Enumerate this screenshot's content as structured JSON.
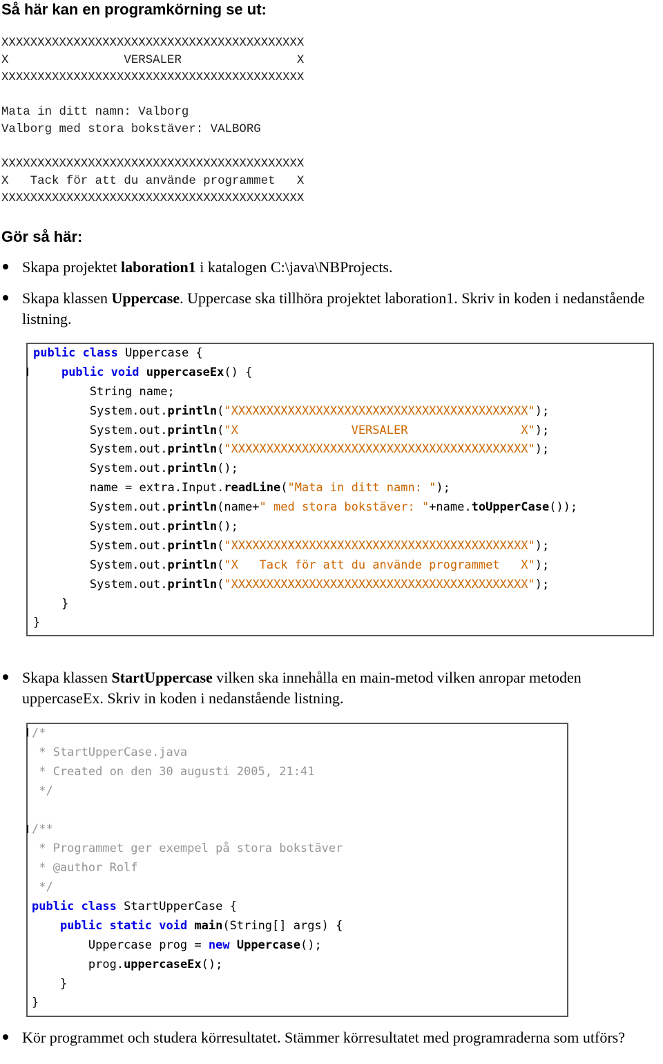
{
  "heading1": "Så här kan en programkörning se ut:",
  "console_lines": [
    "XXXXXXXXXXXXXXXXXXXXXXXXXXXXXXXXXXXXXXXXXX",
    "X                VERSALER                X",
    "XXXXXXXXXXXXXXXXXXXXXXXXXXXXXXXXXXXXXXXXXX",
    "",
    "Mata in ditt namn: Valborg",
    "Valborg med stora bokstäver: VALBORG",
    "",
    "XXXXXXXXXXXXXXXXXXXXXXXXXXXXXXXXXXXXXXXXXX",
    "X   Tack för att du använde programmet   X",
    "XXXXXXXXXXXXXXXXXXXXXXXXXXXXXXXXXXXXXXXXXX"
  ],
  "heading2": "Gör så här:",
  "bullet1": {
    "t1": "Skapa projektet ",
    "b1": "laboration1",
    "t2": " i katalogen C:\\java\\NBProjects."
  },
  "bullet2": {
    "t1": "Skapa klassen ",
    "b1": "Uppercase",
    "t2": ". Uppercase ska tillhöra projektet laboration1. Skriv in koden i nedanstående listning."
  },
  "code1": [
    [
      {
        "t": "public class",
        "c": "kw"
      },
      {
        "t": " Uppercase {"
      }
    ],
    [
      {
        "t": "    "
      },
      {
        "t": "public void",
        "c": "kw"
      },
      {
        "t": " "
      },
      {
        "t": "uppercaseEx",
        "c": "mth"
      },
      {
        "t": "() {"
      }
    ],
    [
      {
        "t": "        String name;"
      }
    ],
    [
      {
        "t": "        System.out."
      },
      {
        "t": "println",
        "c": "mth"
      },
      {
        "t": "("
      },
      {
        "t": "\"XXXXXXXXXXXXXXXXXXXXXXXXXXXXXXXXXXXXXXXXXX\"",
        "c": "str"
      },
      {
        "t": ");"
      }
    ],
    [
      {
        "t": "        System.out."
      },
      {
        "t": "println",
        "c": "mth"
      },
      {
        "t": "("
      },
      {
        "t": "\"X                VERSALER                X\"",
        "c": "str"
      },
      {
        "t": ");"
      }
    ],
    [
      {
        "t": "        System.out."
      },
      {
        "t": "println",
        "c": "mth"
      },
      {
        "t": "("
      },
      {
        "t": "\"XXXXXXXXXXXXXXXXXXXXXXXXXXXXXXXXXXXXXXXXXX\"",
        "c": "str"
      },
      {
        "t": ");"
      }
    ],
    [
      {
        "t": "        System.out."
      },
      {
        "t": "println",
        "c": "mth"
      },
      {
        "t": "();"
      }
    ],
    [
      {
        "t": "        name = extra.Input."
      },
      {
        "t": "readLine",
        "c": "mth"
      },
      {
        "t": "("
      },
      {
        "t": "\"Mata in ditt namn: \"",
        "c": "str"
      },
      {
        "t": ");"
      }
    ],
    [
      {
        "t": "        System.out."
      },
      {
        "t": "println",
        "c": "mth"
      },
      {
        "t": "(name+"
      },
      {
        "t": "\" med stora bokstäver: \"",
        "c": "str"
      },
      {
        "t": "+name."
      },
      {
        "t": "toUpperCase",
        "c": "mth"
      },
      {
        "t": "());"
      }
    ],
    [
      {
        "t": "        System.out."
      },
      {
        "t": "println",
        "c": "mth"
      },
      {
        "t": "();"
      }
    ],
    [
      {
        "t": "        System.out."
      },
      {
        "t": "println",
        "c": "mth"
      },
      {
        "t": "("
      },
      {
        "t": "\"XXXXXXXXXXXXXXXXXXXXXXXXXXXXXXXXXXXXXXXXXX\"",
        "c": "str"
      },
      {
        "t": ");"
      }
    ],
    [
      {
        "t": "        System.out."
      },
      {
        "t": "println",
        "c": "mth"
      },
      {
        "t": "("
      },
      {
        "t": "\"X   Tack för att du använde programmet   X\"",
        "c": "str"
      },
      {
        "t": ");"
      }
    ],
    [
      {
        "t": "        System.out."
      },
      {
        "t": "println",
        "c": "mth"
      },
      {
        "t": "("
      },
      {
        "t": "\"XXXXXXXXXXXXXXXXXXXXXXXXXXXXXXXXXXXXXXXXXX\"",
        "c": "str"
      },
      {
        "t": ");"
      }
    ],
    [
      {
        "t": "    }"
      }
    ],
    [
      {
        "t": "}"
      }
    ]
  ],
  "bullet3": {
    "t1": "Skapa klassen ",
    "b1": "StartUppercase",
    "t2": " vilken ska innehålla en main-metod vilken anropar metoden uppercaseEx. Skriv in koden i nedanstående listning."
  },
  "code2": [
    [
      {
        "t": "/*",
        "c": "cm"
      }
    ],
    [
      {
        "t": " * StartUpperCase.java",
        "c": "cm"
      }
    ],
    [
      {
        "t": " * Created on den 30 augusti 2005, 21:41",
        "c": "cm"
      }
    ],
    [
      {
        "t": " */",
        "c": "cm"
      }
    ],
    [
      {
        "t": ""
      }
    ],
    [
      {
        "t": "/**",
        "c": "cm"
      }
    ],
    [
      {
        "t": " * Programmet ger exempel på stora bokstäver",
        "c": "cm"
      }
    ],
    [
      {
        "t": " * @author Rolf",
        "c": "cm"
      }
    ],
    [
      {
        "t": " */",
        "c": "cm"
      }
    ],
    [
      {
        "t": "public class",
        "c": "kw"
      },
      {
        "t": " StartUpperCase {"
      }
    ],
    [
      {
        "t": "    "
      },
      {
        "t": "public static void",
        "c": "kw"
      },
      {
        "t": " "
      },
      {
        "t": "main",
        "c": "mth"
      },
      {
        "t": "(String[] args) {"
      }
    ],
    [
      {
        "t": "        Uppercase prog = "
      },
      {
        "t": "new",
        "c": "kw"
      },
      {
        "t": " "
      },
      {
        "t": "Uppercase",
        "c": "mth"
      },
      {
        "t": "();"
      }
    ],
    [
      {
        "t": "        prog."
      },
      {
        "t": "uppercaseEx",
        "c": "mth"
      },
      {
        "t": "();"
      }
    ],
    [
      {
        "t": "    }"
      }
    ],
    [
      {
        "t": "}"
      }
    ]
  ],
  "bullet4": {
    "t1": "Kör programmet och studera körresultatet. Stämmer körresultatet med programraderna som utförs?"
  }
}
